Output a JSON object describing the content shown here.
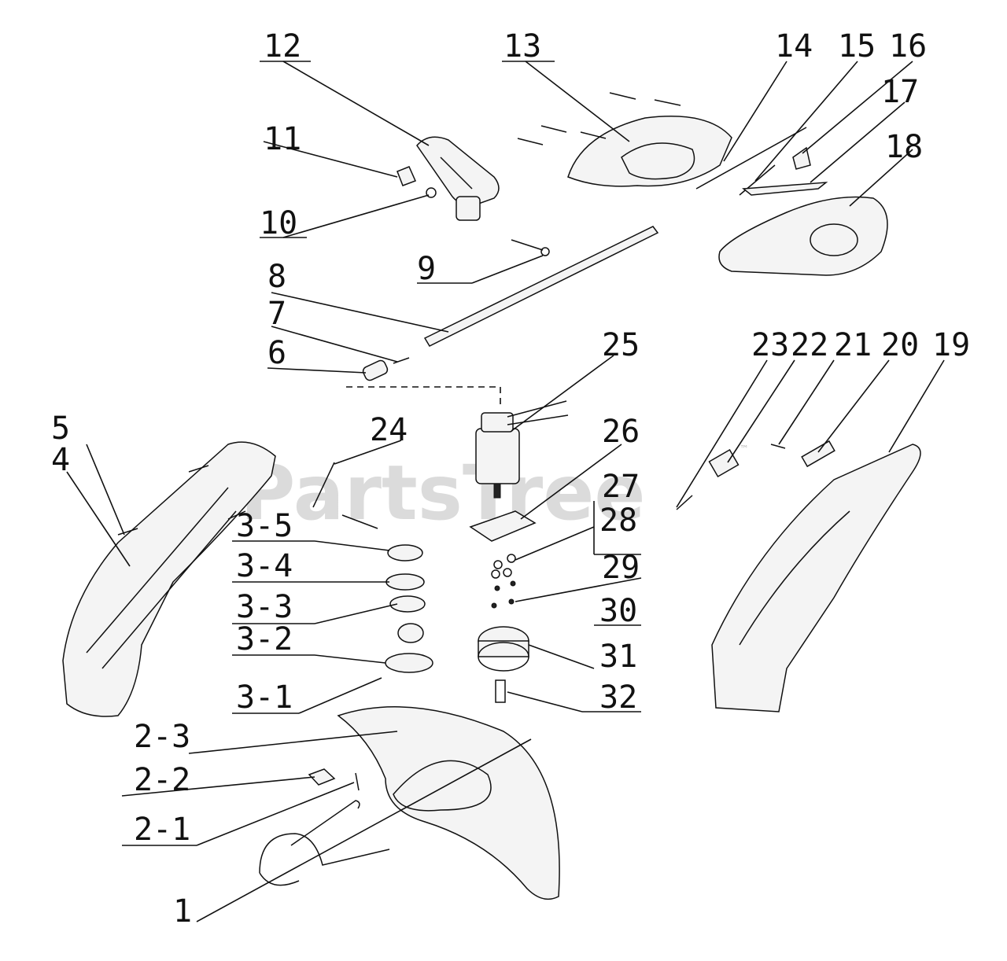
{
  "watermark": {
    "text": "PartsTree",
    "trademark": "™",
    "color": "#cfcfcf"
  },
  "callouts": [
    {
      "id": "c12",
      "label": "12"
    },
    {
      "id": "c13",
      "label": "13"
    },
    {
      "id": "c14",
      "label": "14"
    },
    {
      "id": "c15",
      "label": "15"
    },
    {
      "id": "c16",
      "label": "16"
    },
    {
      "id": "c17",
      "label": "17"
    },
    {
      "id": "c18",
      "label": "18"
    },
    {
      "id": "c11",
      "label": "11"
    },
    {
      "id": "c10",
      "label": "10"
    },
    {
      "id": "c9",
      "label": "9"
    },
    {
      "id": "c8",
      "label": "8"
    },
    {
      "id": "c7",
      "label": "7"
    },
    {
      "id": "c6",
      "label": "6"
    },
    {
      "id": "c25",
      "label": "25"
    },
    {
      "id": "c23",
      "label": "23"
    },
    {
      "id": "c22",
      "label": "22"
    },
    {
      "id": "c21",
      "label": "21"
    },
    {
      "id": "c20",
      "label": "20"
    },
    {
      "id": "c19",
      "label": "19"
    },
    {
      "id": "c5",
      "label": "5"
    },
    {
      "id": "c4",
      "label": "4"
    },
    {
      "id": "c24",
      "label": "24"
    },
    {
      "id": "c26",
      "label": "26"
    },
    {
      "id": "c27",
      "label": "27"
    },
    {
      "id": "c28",
      "label": "28"
    },
    {
      "id": "c35",
      "label": "3-5"
    },
    {
      "id": "c34",
      "label": "3-4"
    },
    {
      "id": "c33",
      "label": "3-3"
    },
    {
      "id": "c32",
      "label": "3-2"
    },
    {
      "id": "c31a",
      "label": "3-1"
    },
    {
      "id": "c29",
      "label": "29"
    },
    {
      "id": "c30",
      "label": "30"
    },
    {
      "id": "c31",
      "label": "31"
    },
    {
      "id": "c32b",
      "label": "32"
    },
    {
      "id": "c23b",
      "label": "2-3"
    },
    {
      "id": "c22b",
      "label": "2-2"
    },
    {
      "id": "c21b",
      "label": "2-1"
    },
    {
      "id": "c1",
      "label": "1"
    }
  ]
}
